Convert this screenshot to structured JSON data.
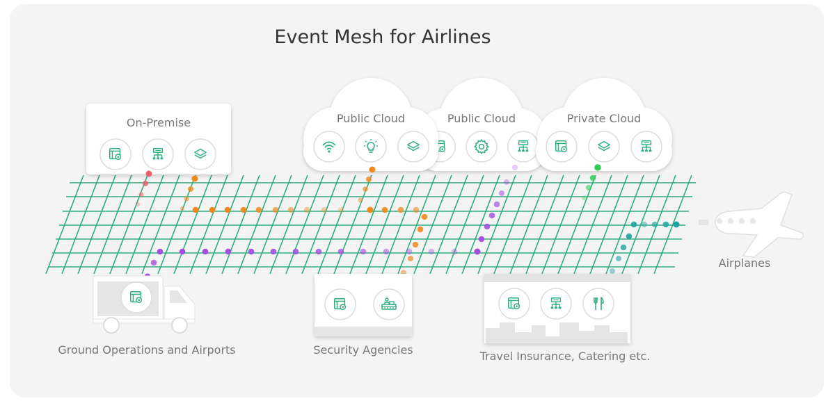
{
  "title": "Event Mesh for Airlines",
  "colors": {
    "grid": "#2fae7e",
    "icon": "#2fae7e",
    "orange": "#f0891c",
    "purple": "#a44ee0",
    "pink": "#e8616f",
    "green": "#33cc55",
    "teal": "#1ea3a3",
    "panel": "#ffffff",
    "label": "#777777"
  },
  "nodes": {
    "on_premise": {
      "label": "On-Premise",
      "icons": [
        "server-settings-icon",
        "network-icon",
        "layers-icon"
      ]
    },
    "public_cloud_1": {
      "label": "Public Cloud",
      "icons": [
        "wifi-icon",
        "lightbulb-icon",
        "layers-icon"
      ]
    },
    "public_cloud_2": {
      "label": "Public Cloud",
      "icons": [
        "server-settings-icon",
        "gear-icon",
        "network-icon"
      ]
    },
    "private_cloud": {
      "label": "Private Cloud",
      "icons": [
        "server-settings-icon",
        "layers-icon",
        "network-icon"
      ]
    },
    "ground_ops": {
      "label": "Ground Operations and Airports",
      "icons": [
        "server-settings-icon"
      ]
    },
    "security": {
      "label": "Security Agencies",
      "icons": [
        "server-settings-icon",
        "scanner-icon"
      ]
    },
    "travel": {
      "label": "Travel Insurance, Catering etc.",
      "icons": [
        "server-settings-icon",
        "network-icon",
        "cutlery-icon"
      ]
    },
    "airplanes": {
      "label": "Airplanes"
    }
  }
}
